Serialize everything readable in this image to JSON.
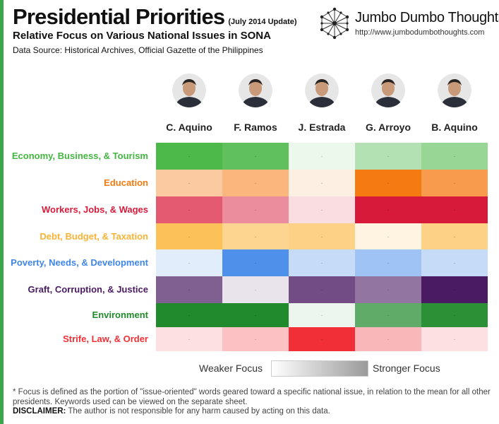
{
  "header": {
    "title": "Presidential Priorities",
    "title_update": "(July 2014 Update)",
    "subtitle": "Relative Focus on Various National Issues in SONA",
    "source": "Data Source: Historical Archives, Official Gazette of the Philippines"
  },
  "brand": {
    "name": "Jumbo Dumbo Thoughts",
    "url": "http://www.jumbodumbothoughts.com"
  },
  "legend": {
    "weaker": "Weaker Focus",
    "stronger": "Stronger Focus"
  },
  "footer": {
    "footnote": "* Focus is defined as the portion of \"issue-oriented\" words geared toward a specific national issue, in relation to the mean for all other presidents. Keywords used can be viewed on the separate sheet.",
    "disclaimer_label": "DISCLAIMER:",
    "disclaimer_text": " The author is not responsible for any harm caused by acting on this data."
  },
  "cell_mark": "-",
  "colors": {
    "accent_bar": "#3aa84a",
    "skin": "#c89a7a",
    "suit": "#2b2f3a"
  },
  "chart_data": {
    "type": "heatmap",
    "columns": [
      "C. Aquino",
      "F. Ramos",
      "J. Estrada",
      "G. Arroyo",
      "B. Aquino"
    ],
    "rows": [
      {
        "label": "Economy, Business, & Tourism",
        "color": "#44b540",
        "values": [
          0.95,
          0.85,
          0.1,
          0.4,
          0.55
        ]
      },
      {
        "label": "Education",
        "color": "#f57a12",
        "values": [
          0.4,
          0.55,
          0.12,
          1.0,
          0.75
        ]
      },
      {
        "label": "Workers, Jobs, & Wages",
        "color": "#d81a3a",
        "values": [
          0.72,
          0.5,
          0.15,
          1.0,
          1.0
        ]
      },
      {
        "label": "Debt, Budget, & Taxation",
        "color": "#fbb335",
        "values": [
          0.82,
          0.55,
          0.6,
          0.15,
          0.6
        ]
      },
      {
        "label": "Poverty, Needs, & Development",
        "color": "#3f86e8",
        "values": [
          0.15,
          0.92,
          0.3,
          0.5,
          0.3
        ]
      },
      {
        "label": "Graft, Corruption, & Justice",
        "color": "#4a1a62",
        "values": [
          0.7,
          0.12,
          0.78,
          0.6,
          1.0
        ]
      },
      {
        "label": "Environment",
        "color": "#218a2c",
        "values": [
          1.0,
          1.0,
          0.08,
          0.72,
          0.95
        ]
      },
      {
        "label": "Strife, Law, & Order",
        "color": "#f03036",
        "values": [
          0.15,
          0.3,
          1.0,
          0.35,
          0.15
        ]
      }
    ],
    "scale": [
      "Weaker Focus",
      "Stronger Focus"
    ]
  }
}
